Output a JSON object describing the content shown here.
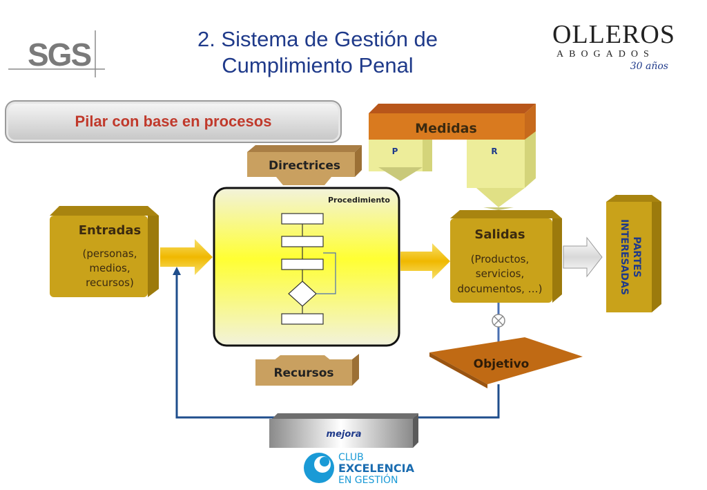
{
  "header": {
    "title_line1": "2. Sistema de Gestión de",
    "title_line2": "Cumplimiento Penal",
    "sgs_logo": "SGS",
    "olleros_name": "OLLEROS",
    "olleros_sub": "ABOGADOS",
    "olleros_years": "30 años"
  },
  "pillar_label": "Pilar con base en procesos",
  "diagram": {
    "medidas": "Medidas",
    "p": "P",
    "r": "R",
    "directrices": "Directrices",
    "procedimiento": "Procedimiento",
    "entradas_title": "Entradas",
    "entradas_body": [
      "(personas,",
      "medios,",
      "recursos)"
    ],
    "salidas_title": "Salidas",
    "salidas_body": [
      "(Productos,",
      "servicios,",
      "documentos, …)"
    ],
    "partes": [
      "PARTES",
      "INTERESADAS"
    ],
    "recursos": "Recursos",
    "objetivo": "Objetivo",
    "mejora": "mejora"
  },
  "footer": {
    "club_line1": "CLUB",
    "club_line2": "EXCELENCIA",
    "club_line3": "EN GESTIÓN"
  },
  "colors": {
    "title": "#1f3a8a",
    "gold": "#c9a21a",
    "orange": "#cc6f12",
    "tan": "#c9a060",
    "feedback": "#1f4e8c"
  }
}
